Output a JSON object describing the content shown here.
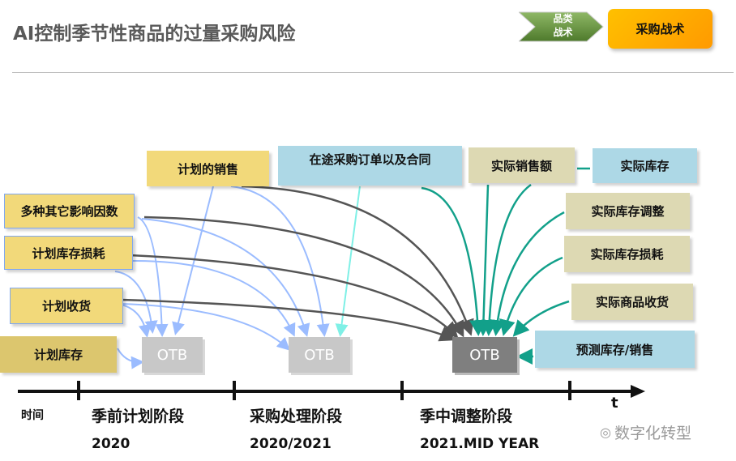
{
  "title": "AI控制季节性商品的过量采购风险",
  "nav": {
    "chevron": "品类\n战术",
    "chevron_line1": "品类",
    "chevron_line2": "战术",
    "active": "采购战术"
  },
  "boxes": {
    "planned_sales": "计划的销售",
    "in_transit": "在途采购订单以及合同",
    "actual_sales": "实际销售额",
    "actual_inventory": "实际库存",
    "other_factors": "多种其它影响因数",
    "planned_shrink": "计划库存损耗",
    "planned_receipts": "计划收货",
    "planned_inventory": "计划库存",
    "actual_adjust": "实际库存调整",
    "actual_shrink": "实际库存损耗",
    "actual_receipts": "实际商品收货",
    "forecast": "预测库存/销售"
  },
  "otb": [
    "OTB",
    "OTB",
    "OTB"
  ],
  "timeline": {
    "axis_label": "时间",
    "t": "t",
    "phases": [
      {
        "name": "季前计划阶段",
        "period": "2020"
      },
      {
        "name": "采购处理阶段",
        "period": "2020/2021"
      },
      {
        "name": "季中调整阶段",
        "period": "2021.MID YEAR"
      }
    ]
  },
  "watermark": "数字化转型",
  "colors": {
    "yellow": "#f2d97a",
    "blue": "#add8e6",
    "beige": "#ddd9b3",
    "orange": "#ffa200",
    "green": "#5f8a3a"
  }
}
